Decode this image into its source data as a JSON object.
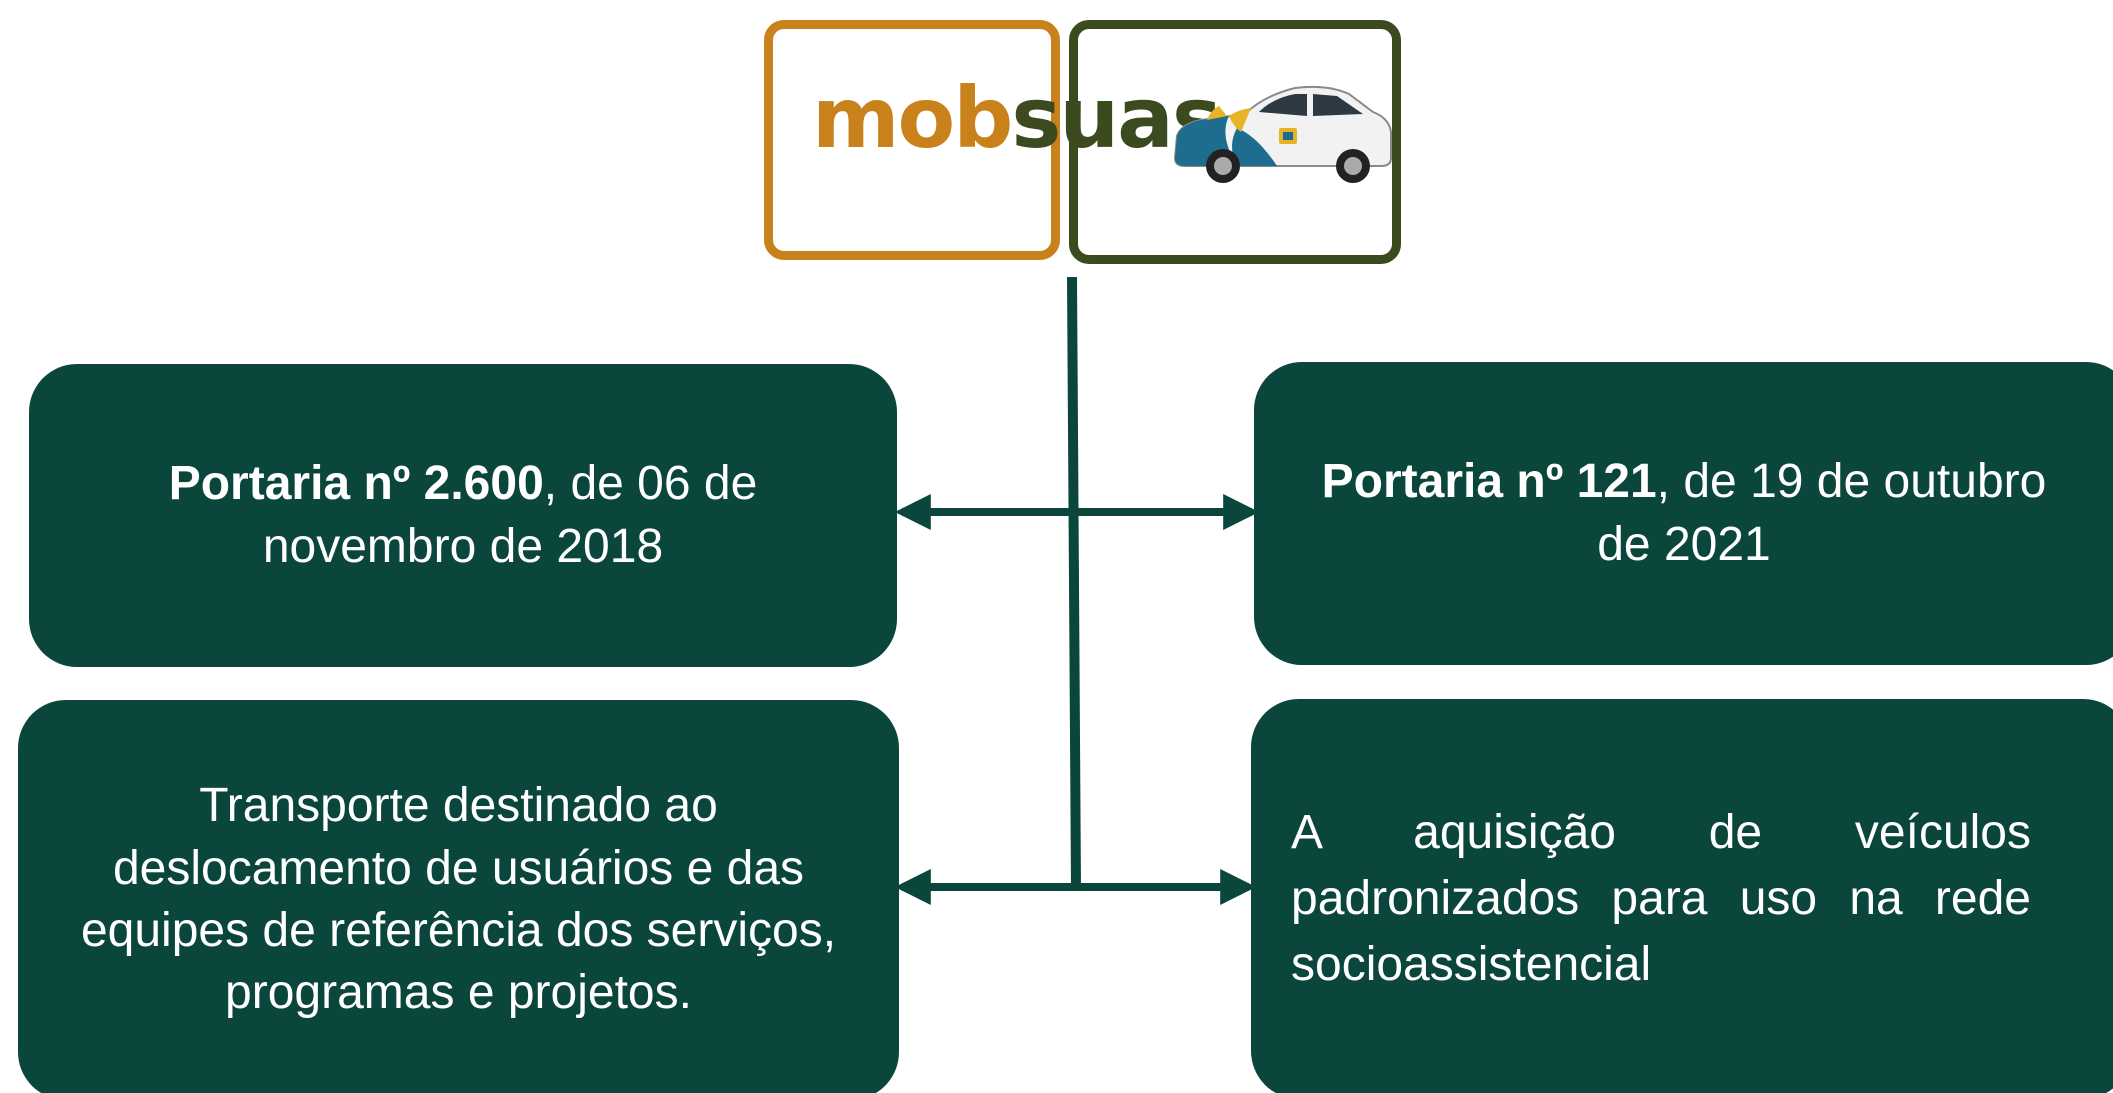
{
  "logo": {
    "part1": "mob",
    "part2": "suas",
    "colors": {
      "orange": "#c9811c",
      "olive": "#3c4a1f"
    }
  },
  "boxes": {
    "box1": {
      "bold": "Portaria nº 2.600",
      "rest": ", de 06 de novembro de 2018"
    },
    "box2": {
      "bold": "Portaria nº 121",
      "rest": ", de 19 de outubro de 2021"
    },
    "box3": {
      "text": "Transporte destinado ao deslocamento de usuários e das equipes de referência dos serviços, programas e projetos."
    },
    "box4": {
      "text": "A aquisição de veículos padronizados para uso na rede socioassistencial"
    }
  },
  "colors": {
    "box": "#0b463c",
    "connector": "#0b463c"
  }
}
